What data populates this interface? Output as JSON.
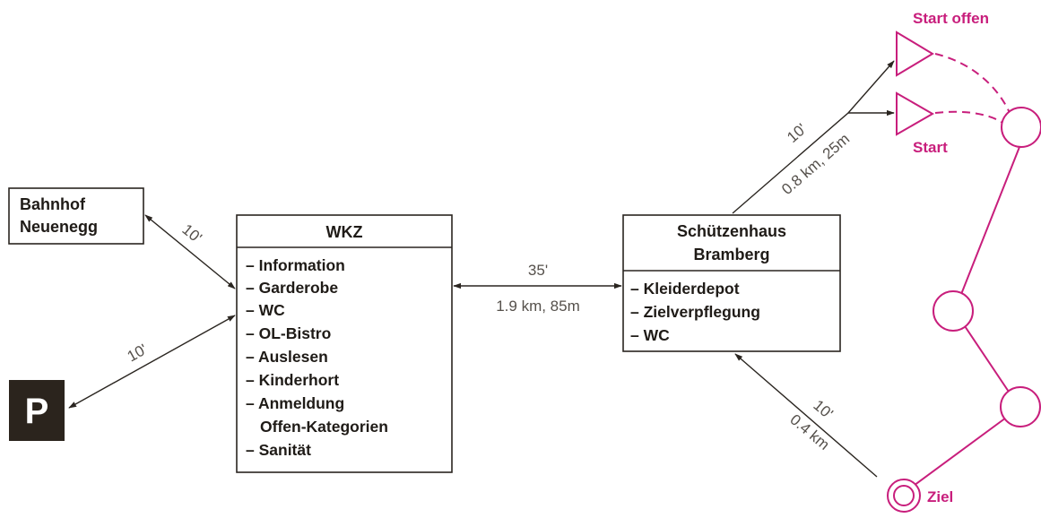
{
  "nodes": {
    "bahnhof": {
      "line1": "Bahnhof",
      "line2": "Neuenegg"
    },
    "parking": {
      "label": "P"
    },
    "wkz": {
      "title": "WKZ",
      "items": [
        "– Information",
        "– Garderobe",
        "– WC",
        "– OL-Bistro",
        "– Auslesen",
        "– Kinderhort",
        "– Anmeldung",
        "Offen-Kategorien",
        "– Sanität"
      ]
    },
    "schuetzenhaus": {
      "title1": "Schützenhaus",
      "title2": "Bramberg",
      "items": [
        "– Kleiderdepot",
        "– Zielverpflegung",
        "– WC"
      ]
    }
  },
  "edges": {
    "bahnhof_wkz": {
      "time": "10'"
    },
    "parking_wkz": {
      "time": "10'"
    },
    "wkz_schuetzenhaus": {
      "time": "35'",
      "distance": "1.9 km, 85m"
    },
    "schuetzenhaus_start": {
      "time": "10'",
      "distance": "0.8 km, 25m"
    },
    "ziel_schuetzenhaus": {
      "time": "10'",
      "distance": "0.4 km"
    }
  },
  "course": {
    "start_open": "Start offen",
    "start": "Start",
    "finish": "Ziel"
  },
  "colors": {
    "course": "#c81e7c",
    "ink": "#2a2520",
    "parking_bg": "#2b241d"
  }
}
